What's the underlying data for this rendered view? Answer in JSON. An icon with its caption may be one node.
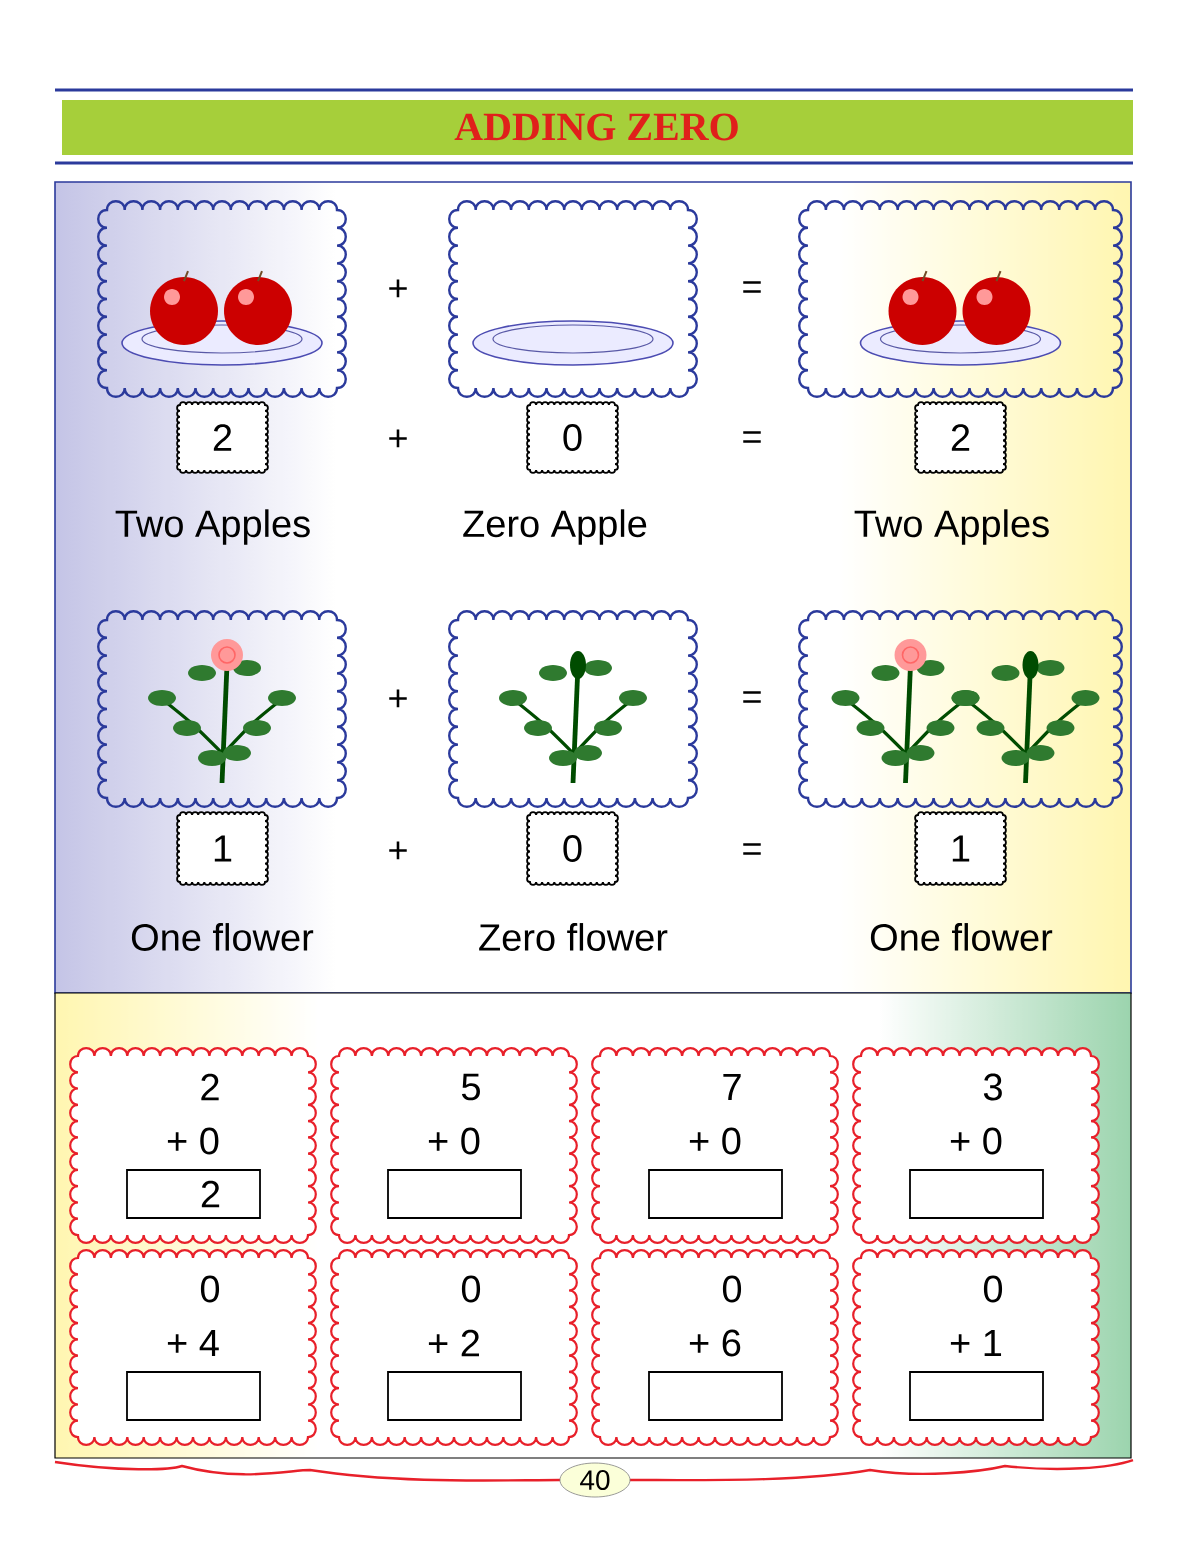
{
  "diagram": {
    "title": "ADDING ZERO",
    "nodes": [
      {
        "text": [],
        "shape": "picture"
      },
      {
        "text": [],
        "shape": "picture"
      },
      {
        "text": [],
        "shape": "picture"
      },
      {
        "text": [
          "2"
        ]
      },
      {
        "text": [
          "0"
        ]
      },
      {
        "text": [
          "2"
        ]
      },
      {
        "text": [],
        "shape": "picture"
      },
      {
        "text": [],
        "shape": "picture"
      },
      {
        "text": [],
        "shape": "picture"
      },
      {
        "text": [
          "1"
        ]
      },
      {
        "text": [
          "0"
        ]
      },
      {
        "text": [
          "1"
        ]
      },
      {
        "text": [
          "2",
          "+ 0"
        ]
      },
      {
        "text": [
          "2"
        ],
        "in": 12
      },
      {
        "text": [
          "5",
          "+ 0"
        ]
      },
      {
        "text": [],
        "shape": "box",
        "in": 14
      },
      {
        "text": [
          "7",
          "+ 0"
        ]
      },
      {
        "text": [],
        "shape": "box",
        "in": 16
      },
      {
        "text": [
          "3",
          "+ 0"
        ]
      },
      {
        "text": [],
        "shape": "box",
        "in": 18
      },
      {
        "text": [
          "0",
          "+ 4"
        ]
      },
      {
        "text": [],
        "shape": "box",
        "in": 20
      },
      {
        "text": [
          "0",
          "+ 2"
        ]
      },
      {
        "text": [],
        "shape": "box",
        "in": 22
      },
      {
        "text": [
          "0",
          "+ 6"
        ]
      },
      {
        "text": [],
        "shape": "box",
        "in": 24
      },
      {
        "text": [
          "0",
          "+ 1"
        ]
      },
      {
        "text": [],
        "shape": "box",
        "in": 26
      },
      {
        "text": [
          "40"
        ]
      }
    ],
    "labels": [
      "+",
      "=",
      "+",
      "=",
      "Two Apples",
      "Zero Apple",
      "Two Apples",
      "+",
      "=",
      "+",
      "=",
      "One flower",
      "Zero flower",
      "One flower"
    ]
  }
}
